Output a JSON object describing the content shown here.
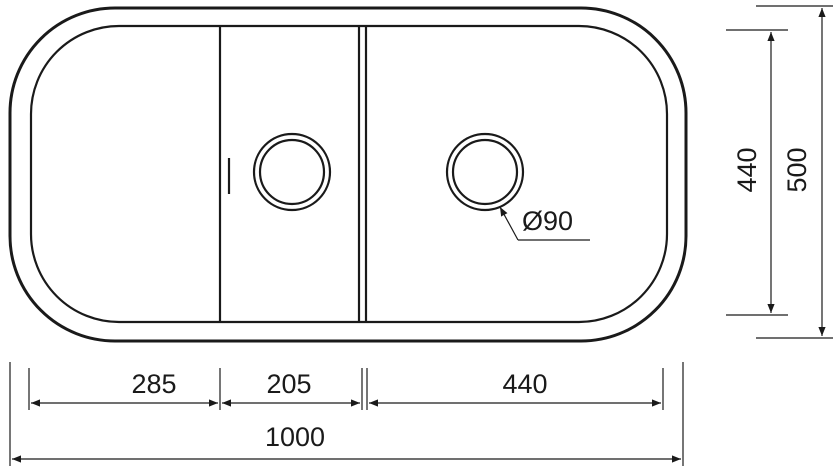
{
  "dimensions": {
    "left_bowl_width": "285",
    "middle_section_width": "205",
    "right_bowl_width": "440",
    "overall_width": "1000",
    "inner_height": "440",
    "overall_height": "500",
    "drain_diameter": "Ø90"
  }
}
